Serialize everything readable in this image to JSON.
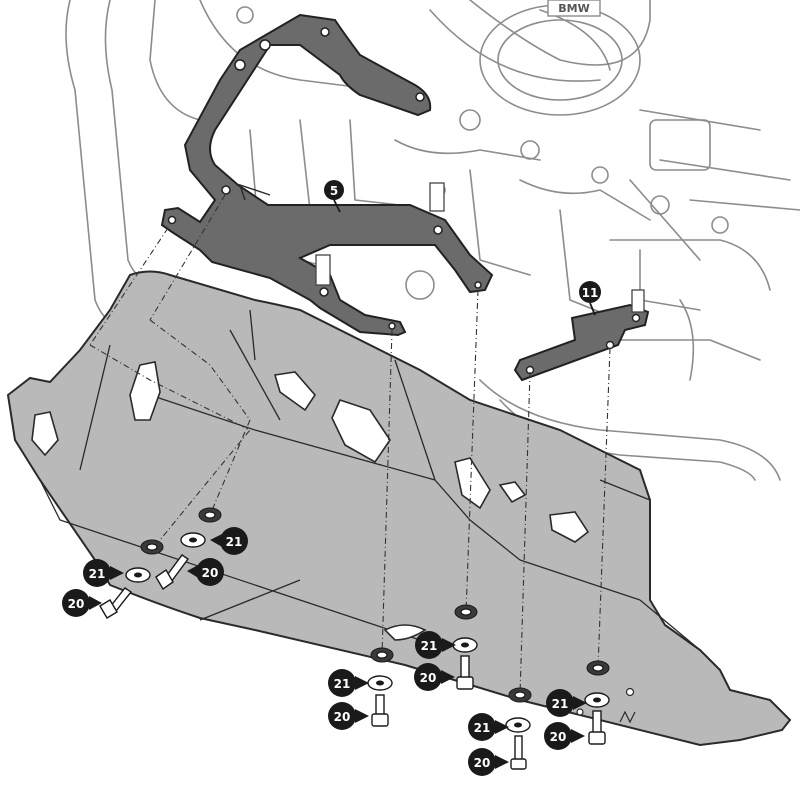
{
  "diagram": {
    "brand_mark": "BMW",
    "callouts": {
      "bracket_front": "5",
      "bracket_rear": "11",
      "washer": "21",
      "bolt": "20"
    }
  },
  "colors": {
    "plate_fill": "#b9b9b9",
    "plate_stroke": "#2a2a2a",
    "bracket_fill": "#6b6b6b",
    "engine_line": "#8c8c8c",
    "callout_fill": "#1a1a1a",
    "callout_text": "#ffffff",
    "leader_line": "#333333"
  }
}
